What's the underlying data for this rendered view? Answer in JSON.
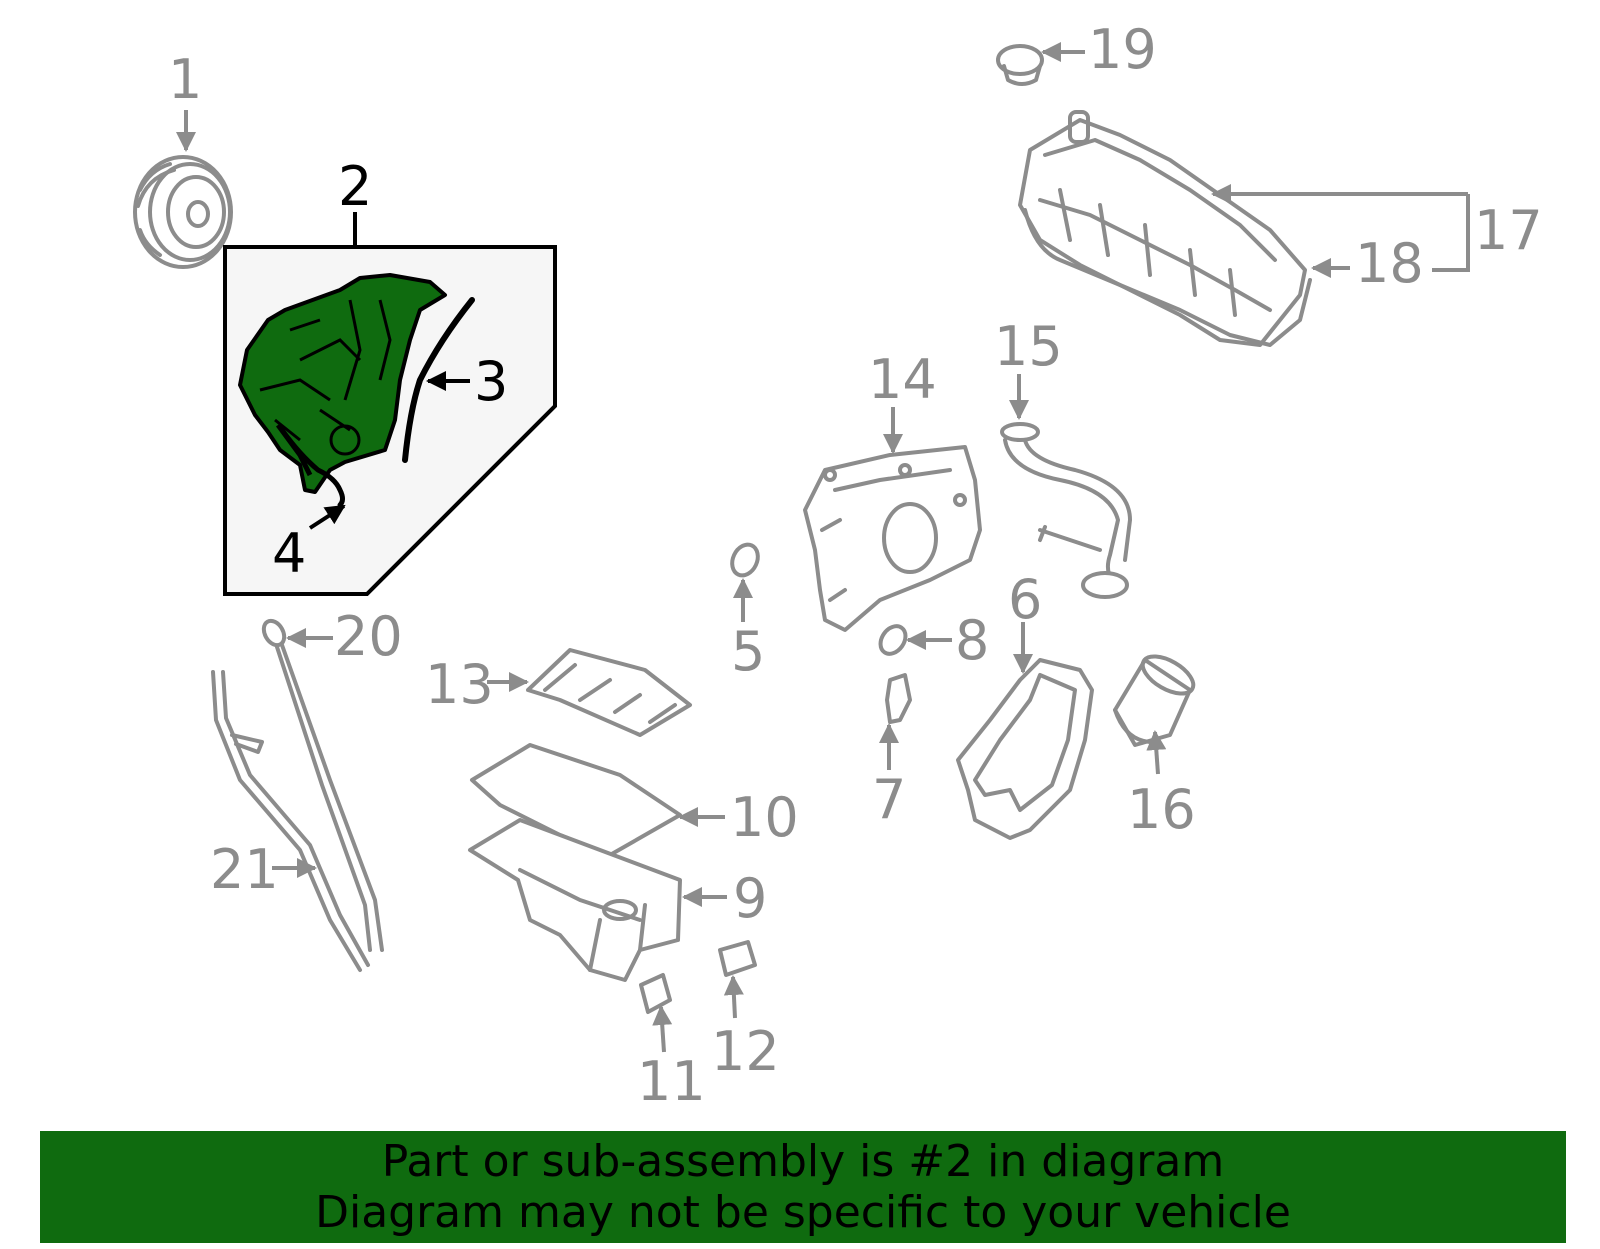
{
  "colors": {
    "part_gray": "#8c8c8c",
    "highlight_green": "#0f6b0f",
    "highlight_panel": "#f6f6f6",
    "banner_bg": "#0f6b0f"
  },
  "callouts": {
    "n1": "1",
    "n2": "2",
    "n3": "3",
    "n4": "4",
    "n5": "5",
    "n6": "6",
    "n7": "7",
    "n8": "8",
    "n9": "9",
    "n10": "10",
    "n11": "11",
    "n12": "12",
    "n13": "13",
    "n14": "14",
    "n15": "15",
    "n16": "16",
    "n17": "17",
    "n18": "18",
    "n19": "19",
    "n20": "20",
    "n21": "21"
  },
  "banner": {
    "line1": "Part or sub-assembly is #2 in diagram",
    "line2": "Diagram may not be specific to your vehicle"
  }
}
